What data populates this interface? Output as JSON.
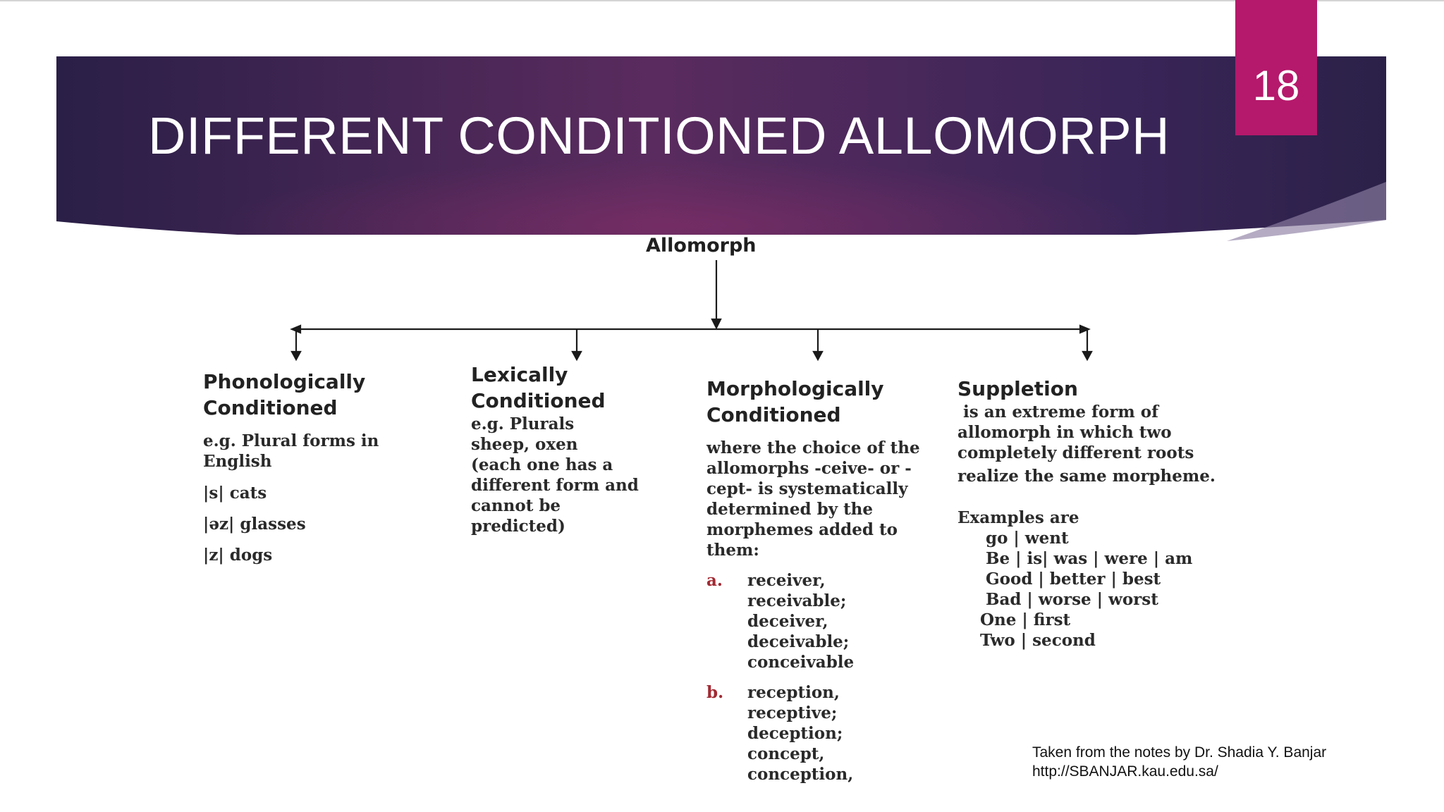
{
  "slide": {
    "title": "DIFFERENT CONDITIONED ALLOMORPH",
    "page_number": "18",
    "colors": {
      "banner": "#3a2352",
      "badge": "#b5196b",
      "list_marker": "#a12a33"
    }
  },
  "diagram": {
    "root": "Allomorph",
    "columns": [
      {
        "heading": [
          "Phonologically",
          "Conditioned"
        ],
        "body": [
          "e.g. Plural forms in",
          "English"
        ],
        "examples": [
          "|s| cats",
          "|əz| glasses",
          "|z| dogs"
        ]
      },
      {
        "heading": [
          "Lexically",
          "Conditioned"
        ],
        "body": [
          "e.g. Plurals",
          "sheep, oxen",
          "(each one has a",
          "different form and",
          "cannot be",
          "predicted)"
        ]
      },
      {
        "heading": [
          "Morphologically",
          "Conditioned"
        ],
        "body": [
          "where the choice of the",
          "allomorphs  -ceive- or  -",
          "cept- is systematically",
          "determined by the",
          "morphemes added to",
          "them:"
        ],
        "lists": [
          {
            "marker": "a.",
            "lines": [
              " receiver,",
              "receivable;",
              "deceiver,",
              "deceivable;",
              "conceivable"
            ]
          },
          {
            "marker": "b.",
            "lines": [
              "reception,",
              "receptive;",
              "deception;",
              " concept,",
              "conception,"
            ]
          }
        ]
      },
      {
        "heading": [
          "Suppletion"
        ],
        "body": [
          " is an extreme form of",
          "allomorph in which two",
          "completely different roots",
          "realize the same morpheme."
        ],
        "examples_label": "Examples are",
        "examples": [
          "go | went",
          "Be | is| was | were | am",
          "Good | better | best",
          "Bad | worse | worst",
          "One | first",
          "Two | second"
        ]
      }
    ]
  },
  "source": {
    "line1": "Taken from the notes by Dr. Shadia Y. Banjar",
    "line2": "http://SBANJAR.kau.edu.sa/"
  }
}
